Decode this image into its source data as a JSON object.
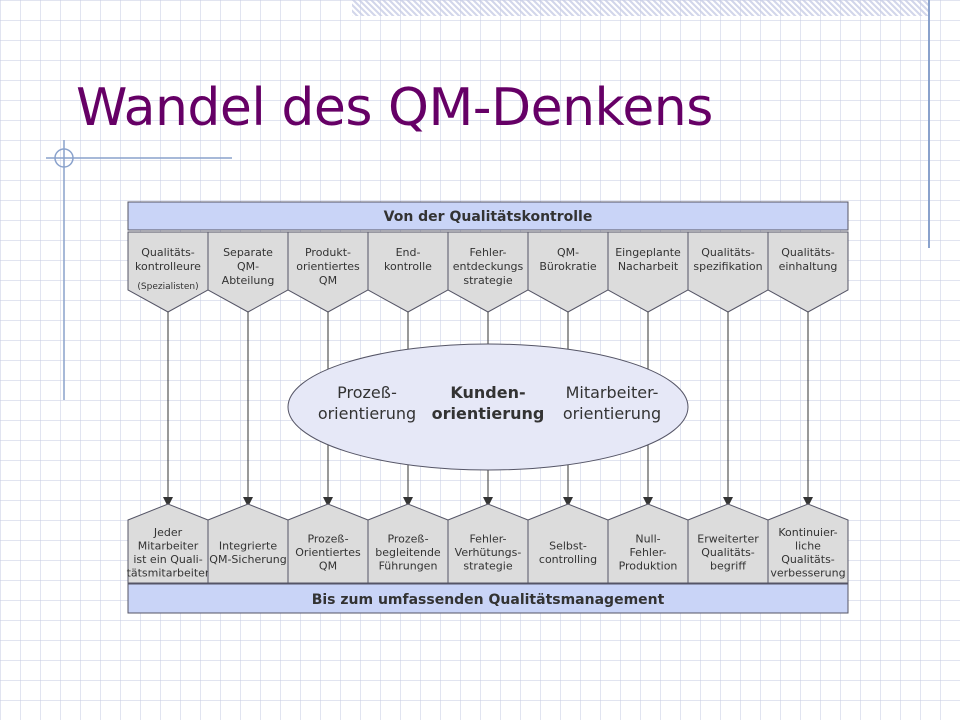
{
  "slide": {
    "title": "Wandel des QM-Denkens"
  },
  "diagram": {
    "top_bar": "Von der Qualitätskontrolle",
    "bottom_bar": "Bis zum umfassenden Qualitätsmanagement",
    "top_items": [
      {
        "lines": [
          "Qualitäts-",
          "kontrolleure"
        ],
        "small": "(Spezialisten)"
      },
      {
        "lines": [
          "Separate",
          "QM-",
          "Abteilung"
        ]
      },
      {
        "lines": [
          "Produkt-",
          "orientiertes",
          "QM"
        ]
      },
      {
        "lines": [
          "End-",
          "kontrolle"
        ]
      },
      {
        "lines": [
          "Fehler-",
          "entdeckungs",
          "strategie"
        ]
      },
      {
        "lines": [
          "QM-",
          "Bürokratie"
        ]
      },
      {
        "lines": [
          "Eingeplante",
          "Nacharbeit"
        ]
      },
      {
        "lines": [
          "Qualitäts-",
          "spezifikation"
        ]
      },
      {
        "lines": [
          "Qualitäts-",
          "einhaltung"
        ]
      }
    ],
    "bottom_items": [
      {
        "lines": [
          "Jeder",
          "Mitarbeiter",
          "ist ein Quali-",
          "tätsmitarbeiter"
        ]
      },
      {
        "lines": [
          "Integrierte",
          "QM-Sicherung"
        ]
      },
      {
        "lines": [
          "Prozeß-",
          "Orientiertes",
          "QM"
        ]
      },
      {
        "lines": [
          "Prozeß-",
          "begleitende",
          "Führungen"
        ]
      },
      {
        "lines": [
          "Fehler-",
          "Verhütungs-",
          "strategie"
        ]
      },
      {
        "lines": [
          "Selbst-",
          "controlling"
        ]
      },
      {
        "lines": [
          "Null-",
          "Fehler-",
          "Produktion"
        ]
      },
      {
        "lines": [
          "Erweiterter",
          "Qualitäts-",
          "begriff"
        ]
      },
      {
        "lines": [
          "Kontinuier-",
          "liche",
          "Qualitäts-",
          "verbesserung"
        ]
      }
    ],
    "ellipse": [
      {
        "lines": [
          "Prozeß-",
          "orientierung"
        ],
        "bold": false
      },
      {
        "lines": [
          "Kunden-",
          "orientierung"
        ],
        "bold": true
      },
      {
        "lines": [
          "Mitarbeiter-",
          "orientierung"
        ],
        "bold": false
      }
    ]
  },
  "colors": {
    "title": "#660066",
    "bar_fill": "#c9d4f7",
    "shape_fill": "#dcdcdc",
    "ellipse_fill": "#e6e8f7",
    "stroke": "#555566",
    "text": "#333333"
  }
}
